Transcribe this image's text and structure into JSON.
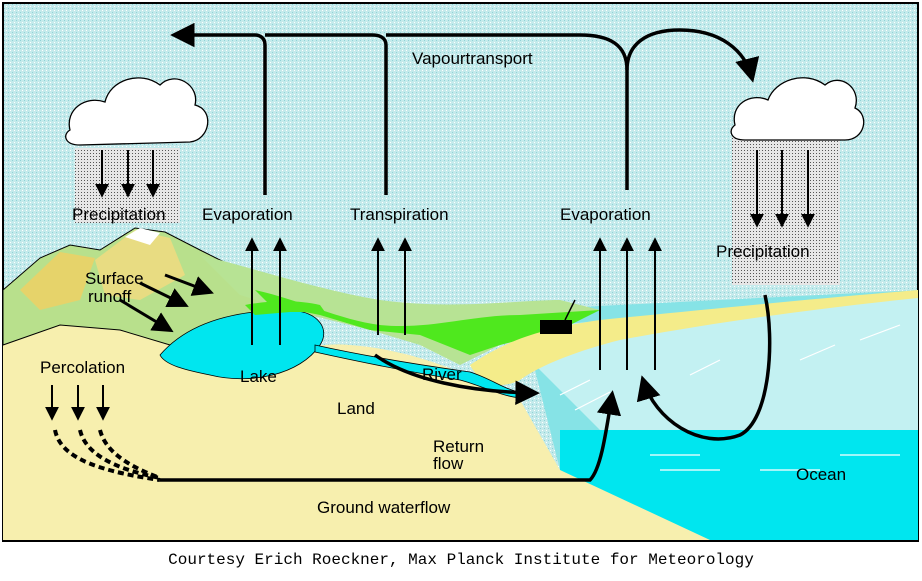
{
  "diagram": {
    "title_label": "Vapourtransport",
    "labels": {
      "precipitation_left": "Precipitation",
      "evaporation_left": "Evaporation",
      "transpiration": "Transpiration",
      "evaporation_right": "Evaporation",
      "precipitation_right": "Precipitation",
      "surface_runoff_1": "Surface",
      "surface_runoff_2": "runoff",
      "percolation": "Percolation",
      "lake": "Lake",
      "river": "River",
      "land": "Land",
      "return_flow_1": "Return",
      "return_flow_2": "flow",
      "ocean": "Ocean",
      "ground_water_flow": "Ground waterflow"
    },
    "colors": {
      "sky": "#bfe8ea",
      "land": "#f7edaa",
      "water": "#00e5ef",
      "ocean_deep": "#7fe6ea",
      "vegetation": "#4fe61c",
      "hill_green": "#a8d878",
      "mountain_yellow": "#e8d870",
      "border": "#000000"
    }
  },
  "caption": "Courtesy Erich Roeckner, Max Planck Institute for Meteorology"
}
